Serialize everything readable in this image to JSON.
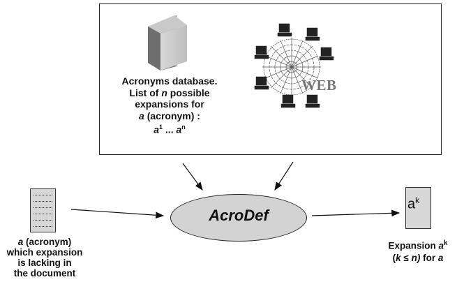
{
  "knowledge_sources": {
    "database_caption": {
      "line1": "Acronyms database.",
      "line2_prefix": "List of ",
      "line2_n": "n",
      "line2_suffix": " possible",
      "line3": "expansions for",
      "line4_a": "a",
      "line4_rest": " (acronym)  :",
      "line5_a1": "a",
      "line5_sup1": "1",
      "line5_mid": " ... ",
      "line5_an": "a",
      "line5_supn": "n"
    },
    "web_label": "WEB"
  },
  "process": {
    "label": "AcroDef"
  },
  "input": {
    "caption_a": "a",
    "caption_line1_rest": " (acronym)",
    "caption_line2": "which expansion",
    "caption_line3": "is lacking in",
    "caption_line4": "the document"
  },
  "output": {
    "box_base": "a",
    "box_sup": "k",
    "caption_line1_text": "Expansion ",
    "caption_line1_a": "a",
    "caption_line1_sup": "k",
    "caption_line2_open": "(",
    "caption_line2_k": "k",
    "caption_line2_le": " ≤ ",
    "caption_line2_n": "n)",
    "caption_line2_for": " for ",
    "caption_line2_a": "a"
  },
  "colors": {
    "ellipse_fill": "#d3d3d3",
    "box_fill": "#d7d7d7",
    "db_block_dark": "#7a7a7a",
    "web_text": "#777777"
  }
}
